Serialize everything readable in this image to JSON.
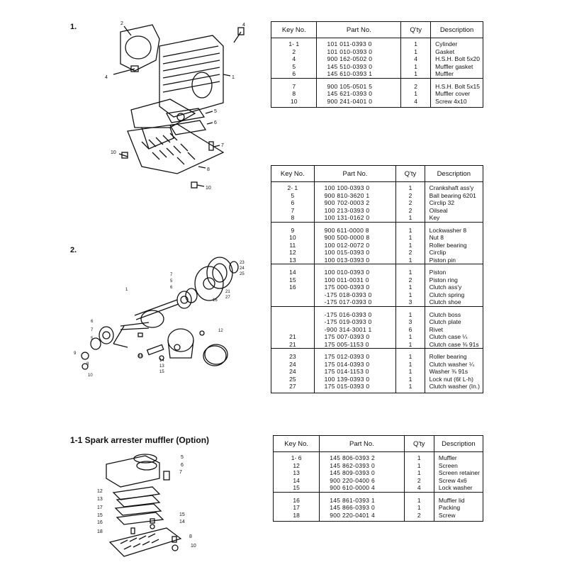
{
  "sections": {
    "s1": {
      "label": "1."
    },
    "s2": {
      "label": "2."
    },
    "s3": {
      "label": "1-1 Spark arrester muffler (Option)"
    }
  },
  "headers": {
    "key": "Key No.",
    "part": "Part No.",
    "qty": "Q'ty",
    "desc": "Description"
  },
  "diagram_callouts": {
    "d1": [
      "2",
      "4",
      "4",
      "1",
      "5",
      "6",
      "7",
      "8",
      "10",
      "10"
    ],
    "d2": [
      "23",
      "24",
      "25",
      "21",
      "27",
      "16",
      "7",
      "5",
      "6",
      "1",
      "6",
      "7",
      "5",
      "9",
      "8",
      "10",
      "11",
      "12",
      "13",
      "14",
      "15"
    ],
    "d3": [
      "5",
      "6",
      "7",
      "12",
      "13",
      "17",
      "15",
      "16",
      "18",
      "15",
      "14",
      "8",
      "10"
    ]
  },
  "tables": [
    {
      "groups": [
        [
          {
            "key": "1- 1",
            "part": "101  011-0393  0",
            "qty": "1",
            "desc": "Cylinder"
          },
          {
            "key": "2",
            "part": "101  010-0393  0",
            "qty": "1",
            "desc": "Gasket"
          },
          {
            "key": "4",
            "part": "900  162-0502  0",
            "qty": "4",
            "desc": "H.S.H. Bolt 5x20"
          },
          {
            "key": "5",
            "part": "145  510-0393  0",
            "qty": "1",
            "desc": "Muffler gasket"
          },
          {
            "key": "6",
            "part": "145  610-0393  1",
            "qty": "1",
            "desc": "Muffler"
          }
        ],
        [
          {
            "key": "7",
            "part": "900  105-0501  5",
            "qty": "2",
            "desc": "H.S.H. Bolt 5x15"
          },
          {
            "key": "8",
            "part": "145  621-0393  0",
            "qty": "1",
            "desc": "Muffler cover"
          },
          {
            "key": "10",
            "part": "900  241-0401  0",
            "qty": "4",
            "desc": "Screw 4x10"
          }
        ]
      ]
    },
    {
      "groups": [
        [
          {
            "key": "2- 1",
            "part": "100  100-0393  0",
            "qty": "1",
            "desc": "Crankshaft ass'y"
          },
          {
            "key": "5",
            "part": "900  810-3620  1",
            "qty": "2",
            "desc": "Ball bearing 6201"
          },
          {
            "key": "6",
            "part": "900  702-0003  2",
            "qty": "2",
            "desc": "Circlip 32"
          },
          {
            "key": "7",
            "part": "100  213-0393  0",
            "qty": "2",
            "desc": "Oilseal"
          },
          {
            "key": "8",
            "part": "100  131-0162  0",
            "qty": "1",
            "desc": "Key"
          }
        ],
        [
          {
            "key": "9",
            "part": "900  611-0000  8",
            "qty": "1",
            "desc": "Lockwasher 8"
          },
          {
            "key": "10",
            "part": "900  500-0000  8",
            "qty": "1",
            "desc": "Nut 8"
          },
          {
            "key": "11",
            "part": "100  012-0072  0",
            "qty": "1",
            "desc": "Roller bearing"
          },
          {
            "key": "12",
            "part": "100  015-0393  0",
            "qty": "2",
            "desc": "Circlip"
          },
          {
            "key": "13",
            "part": "100  013-0393  0",
            "qty": "1",
            "desc": "Piston pin"
          }
        ],
        [
          {
            "key": "14",
            "part": "100  010-0393  0",
            "qty": "1",
            "desc": "Piston"
          },
          {
            "key": "15",
            "part": "100  011-0031  0",
            "qty": "2",
            "desc": "Piston ring"
          },
          {
            "key": "16",
            "part": "175  000-0393  0",
            "qty": "1",
            "desc": "Clutch ass'y"
          },
          {
            "key": "",
            "part": "-175  018-0393  0",
            "qty": "1",
            "desc": "  Clutch spring"
          },
          {
            "key": "",
            "part": "-175  017-0393  0",
            "qty": "3",
            "desc": "  Clutch shoe"
          }
        ],
        [
          {
            "key": "",
            "part": "-175  016-0393  0",
            "qty": "1",
            "desc": "  Clutch boss"
          },
          {
            "key": "",
            "part": "-175  019-0393  0",
            "qty": "3",
            "desc": "  Clutch plate"
          },
          {
            "key": "",
            "part": "-900  314-3001  1",
            "qty": "6",
            "desc": "  Rivet"
          },
          {
            "key": "21",
            "part": "175  007-0393  0",
            "qty": "1",
            "desc": "Clutch case ¼"
          },
          {
            "key": "21",
            "part": "175  005-1153  0",
            "qty": "1",
            "desc": "Clutch case ⅜ 91s"
          }
        ],
        [
          {
            "key": "23",
            "part": "175  012-0393  0",
            "qty": "1",
            "desc": "Roller bearing"
          },
          {
            "key": "24",
            "part": "175  014-0393  0",
            "qty": "1",
            "desc": "Clutch washer ¼"
          },
          {
            "key": "24",
            "part": "175  014-1153  0",
            "qty": "1",
            "desc": "Washer ⅜ 91s"
          },
          {
            "key": "25",
            "part": "100  139-0393  0",
            "qty": "1",
            "desc": "Lock nut (6ℓ L-h)"
          },
          {
            "key": "27",
            "part": "175  015-0393  0",
            "qty": "1",
            "desc": "Clutch washer (In.)"
          }
        ]
      ]
    },
    {
      "groups": [
        [
          {
            "key": "1- 6",
            "part": "145  806-0393  2",
            "qty": "1",
            "desc": "Muffler"
          },
          {
            "key": "12",
            "part": "145  862-0393  0",
            "qty": "1",
            "desc": "Screen"
          },
          {
            "key": "13",
            "part": "145  809-0393  0",
            "qty": "1",
            "desc": "Screen retainer"
          },
          {
            "key": "14",
            "part": "900  220-0400  6",
            "qty": "2",
            "desc": "Screw 4x6"
          },
          {
            "key": "15",
            "part": "900  610-0000  4",
            "qty": "4",
            "desc": "Lock washer"
          }
        ],
        [
          {
            "key": "16",
            "part": "145  861-0393  1",
            "qty": "1",
            "desc": "Muffler lid"
          },
          {
            "key": "17",
            "part": "145  866-0393  0",
            "qty": "1",
            "desc": "Packing"
          },
          {
            "key": "18",
            "part": "900  220-0401  4",
            "qty": "2",
            "desc": "Screw"
          }
        ]
      ]
    }
  ]
}
